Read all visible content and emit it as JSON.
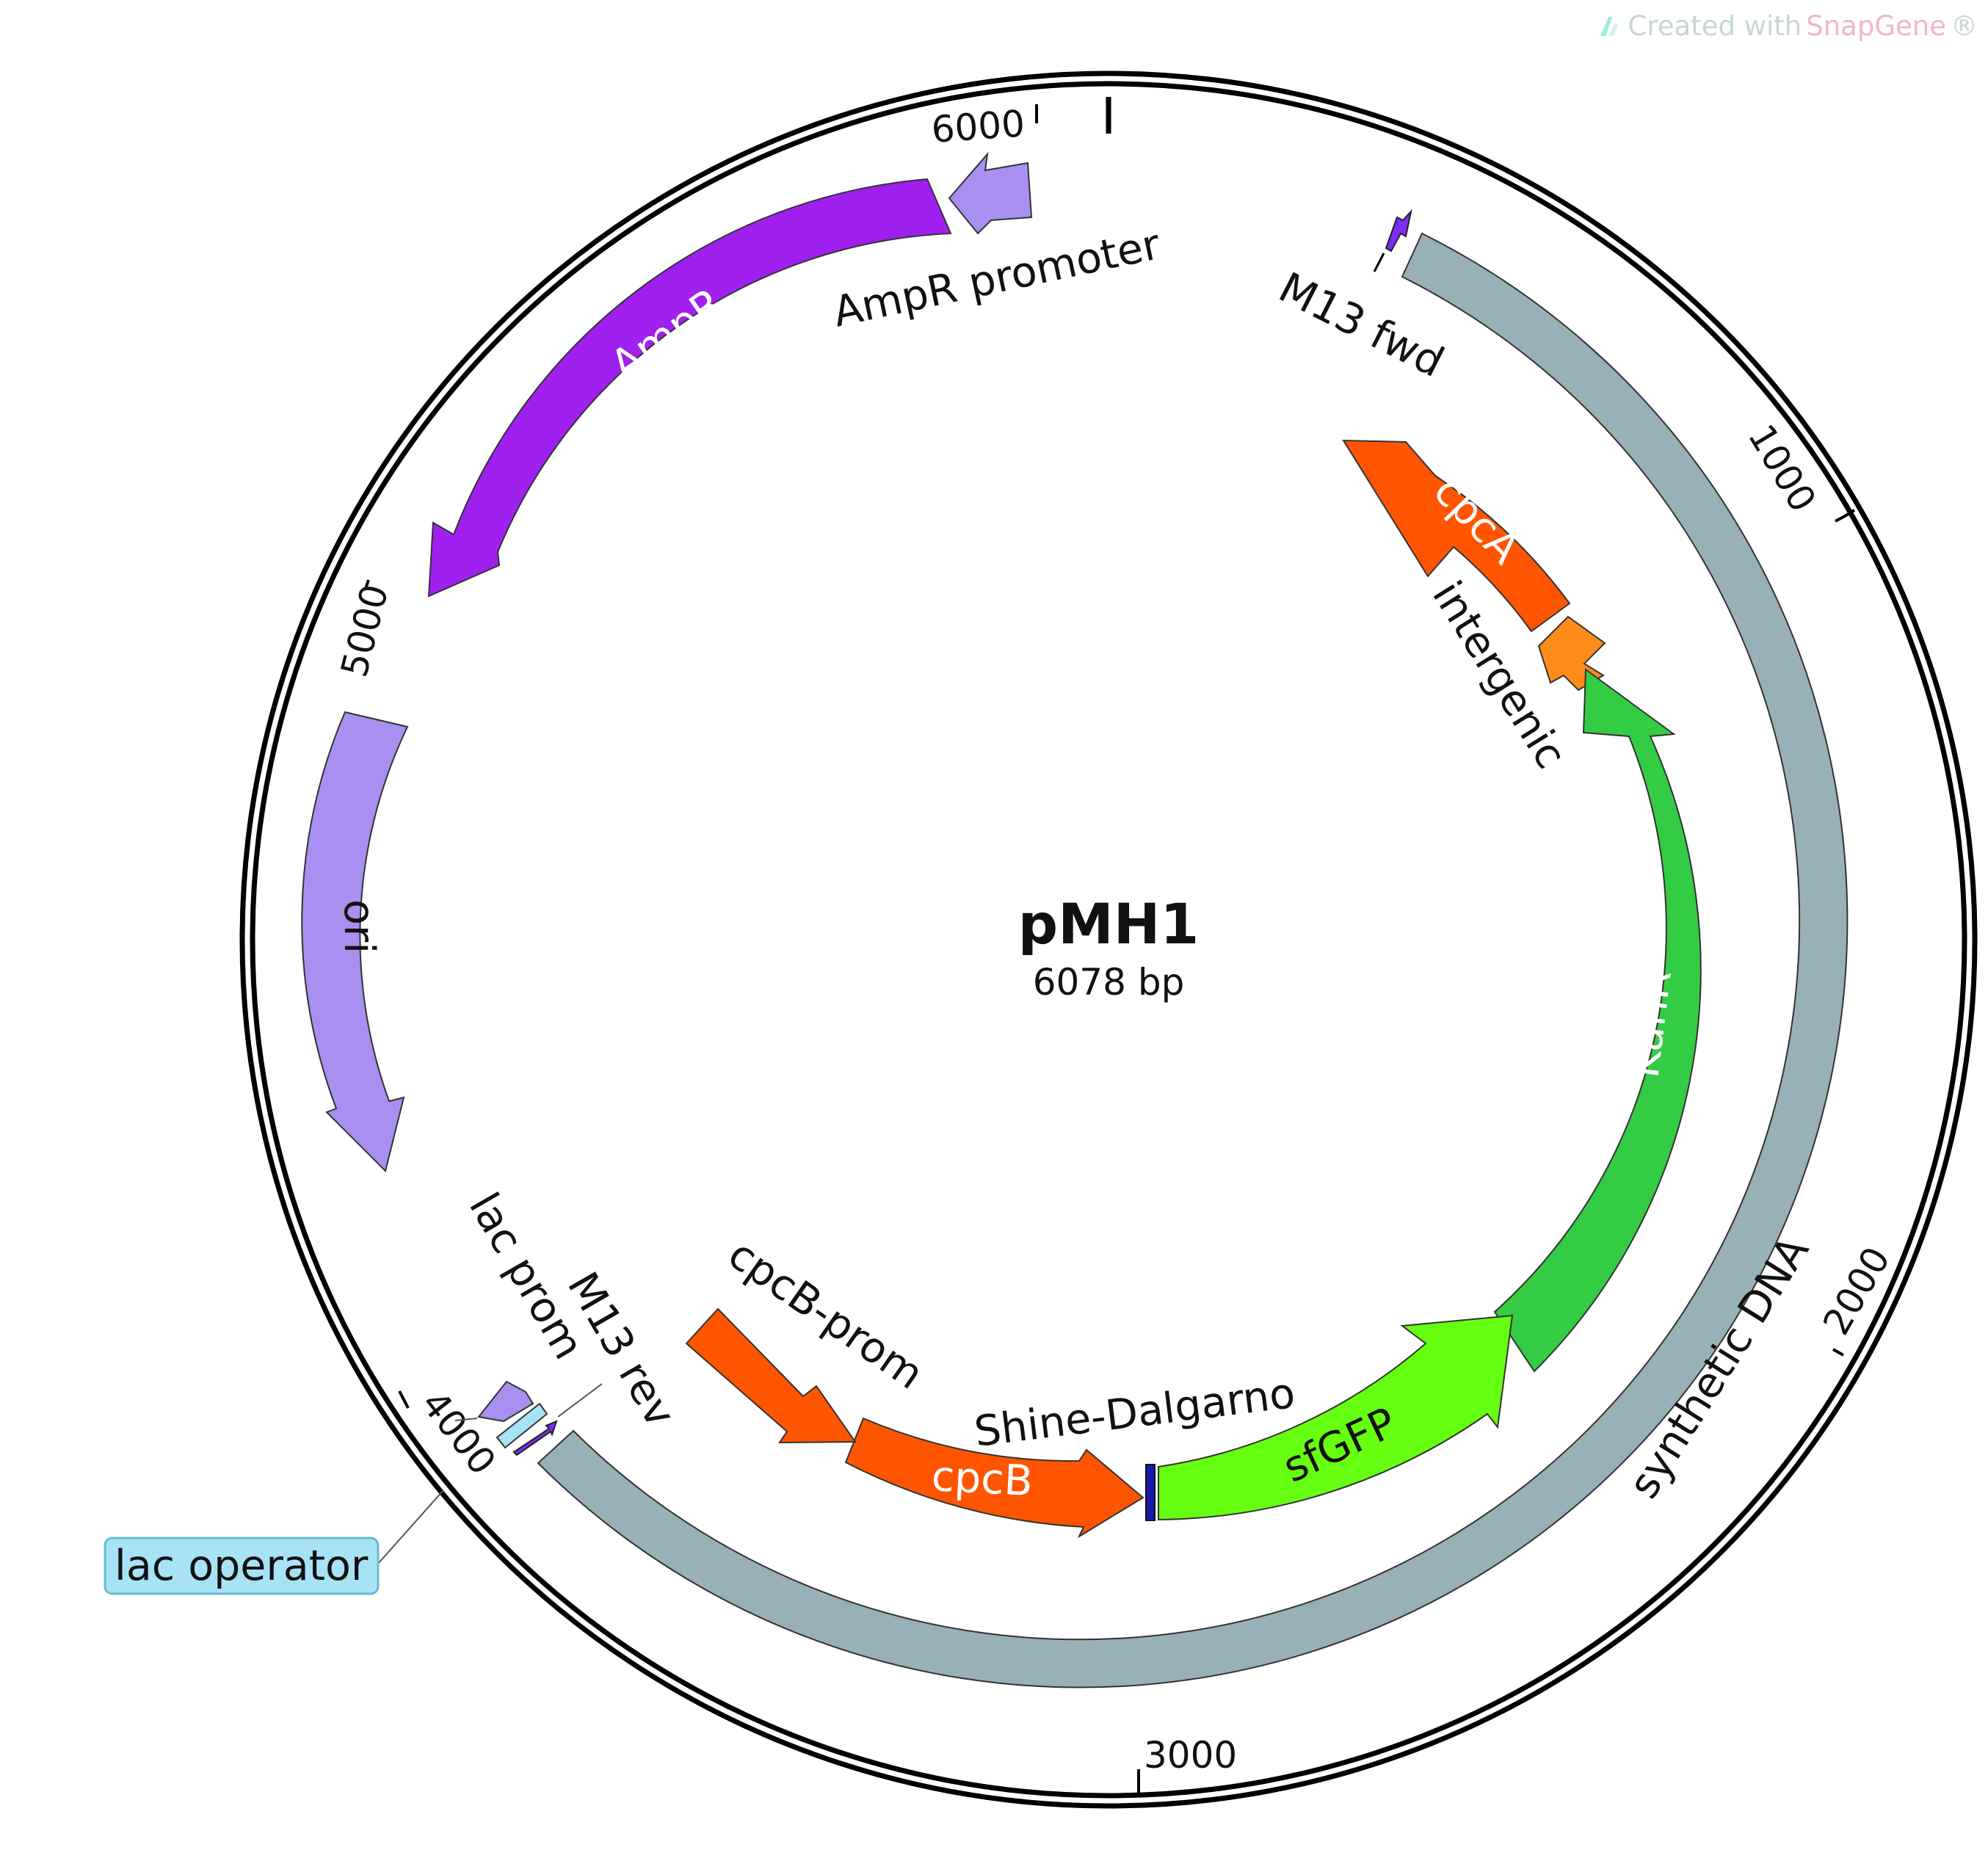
{
  "watermark": {
    "prefix": "Created with ",
    "brand": "SnapGene",
    "suffix": "®"
  },
  "plasmid": {
    "name": "pMH1",
    "size_label": "6078 bp",
    "length_bp": 6078
  },
  "ticks": [
    {
      "bp": 1000,
      "label": "1000"
    },
    {
      "bp": 2000,
      "label": "2000"
    },
    {
      "bp": 3000,
      "label": "3000"
    },
    {
      "bp": 4000,
      "label": "4000"
    },
    {
      "bp": 5000,
      "label": "5000"
    },
    {
      "bp": 6000,
      "label": "6000"
    }
  ],
  "features": [
    {
      "id": "synthetic-dna",
      "label": "synthetic DNA",
      "color": "#98b0b8",
      "direction": "none"
    },
    {
      "id": "m13-fwd",
      "label": "M13 fwd",
      "color": "#7b2cf5",
      "direction": "forward"
    },
    {
      "id": "cpca",
      "label": "cpcA",
      "color": "#ff5500",
      "direction": "reverse"
    },
    {
      "id": "intergenic",
      "label": "intergenic",
      "color": "#ff8c1a",
      "direction": "reverse"
    },
    {
      "id": "kanr",
      "label": "KanR",
      "color": "#33cc44",
      "direction": "reverse"
    },
    {
      "id": "sfgfp",
      "label": "sfGFP",
      "color": "#66ff11",
      "direction": "reverse"
    },
    {
      "id": "shine-dalgarno",
      "label": "Shine-Dalgarno",
      "color": "#1a1aaa",
      "direction": "none"
    },
    {
      "id": "cpcb",
      "label": "cpcB",
      "color": "#ff5500",
      "direction": "reverse"
    },
    {
      "id": "cpcb-prom",
      "label": "cpcB-prom",
      "color": "#ff5500",
      "direction": "reverse"
    },
    {
      "id": "m13-rev",
      "label": "M13 rev",
      "color": "#7b2cf5",
      "direction": "reverse"
    },
    {
      "id": "lac-prom",
      "label": "lac prom",
      "color": "#a98ff0",
      "direction": "reverse"
    },
    {
      "id": "lac-operator",
      "label": "lac operator",
      "color": "#a7e2f5",
      "direction": "none"
    },
    {
      "id": "ori",
      "label": "ori",
      "color": "#a98ff0",
      "direction": "reverse"
    },
    {
      "id": "ampr",
      "label": "AmpR",
      "color": "#a020f0",
      "direction": "reverse"
    },
    {
      "id": "ampr-promoter",
      "label": "AmpR promoter",
      "color": "#a98ff0",
      "direction": "reverse"
    }
  ]
}
